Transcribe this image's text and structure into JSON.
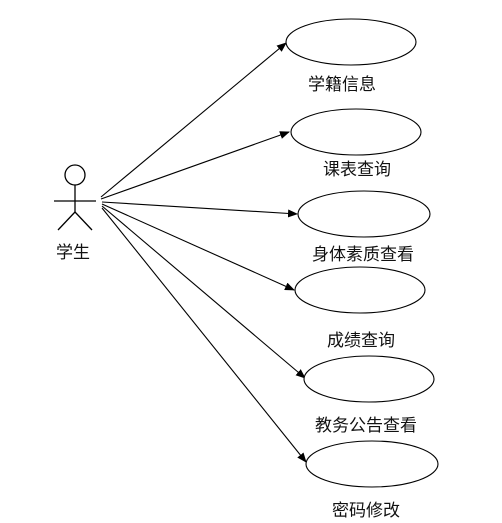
{
  "actor": {
    "label": "学生"
  },
  "use_cases": [
    {
      "label": "学籍信息"
    },
    {
      "label": "课表查询"
    },
    {
      "label": "身体素质查看"
    },
    {
      "label": "成绩查询"
    },
    {
      "label": "教务公告查看"
    },
    {
      "label": "密码修改"
    }
  ],
  "colors": {
    "stroke": "#000000",
    "text": "#111111",
    "background": "#ffffff"
  }
}
